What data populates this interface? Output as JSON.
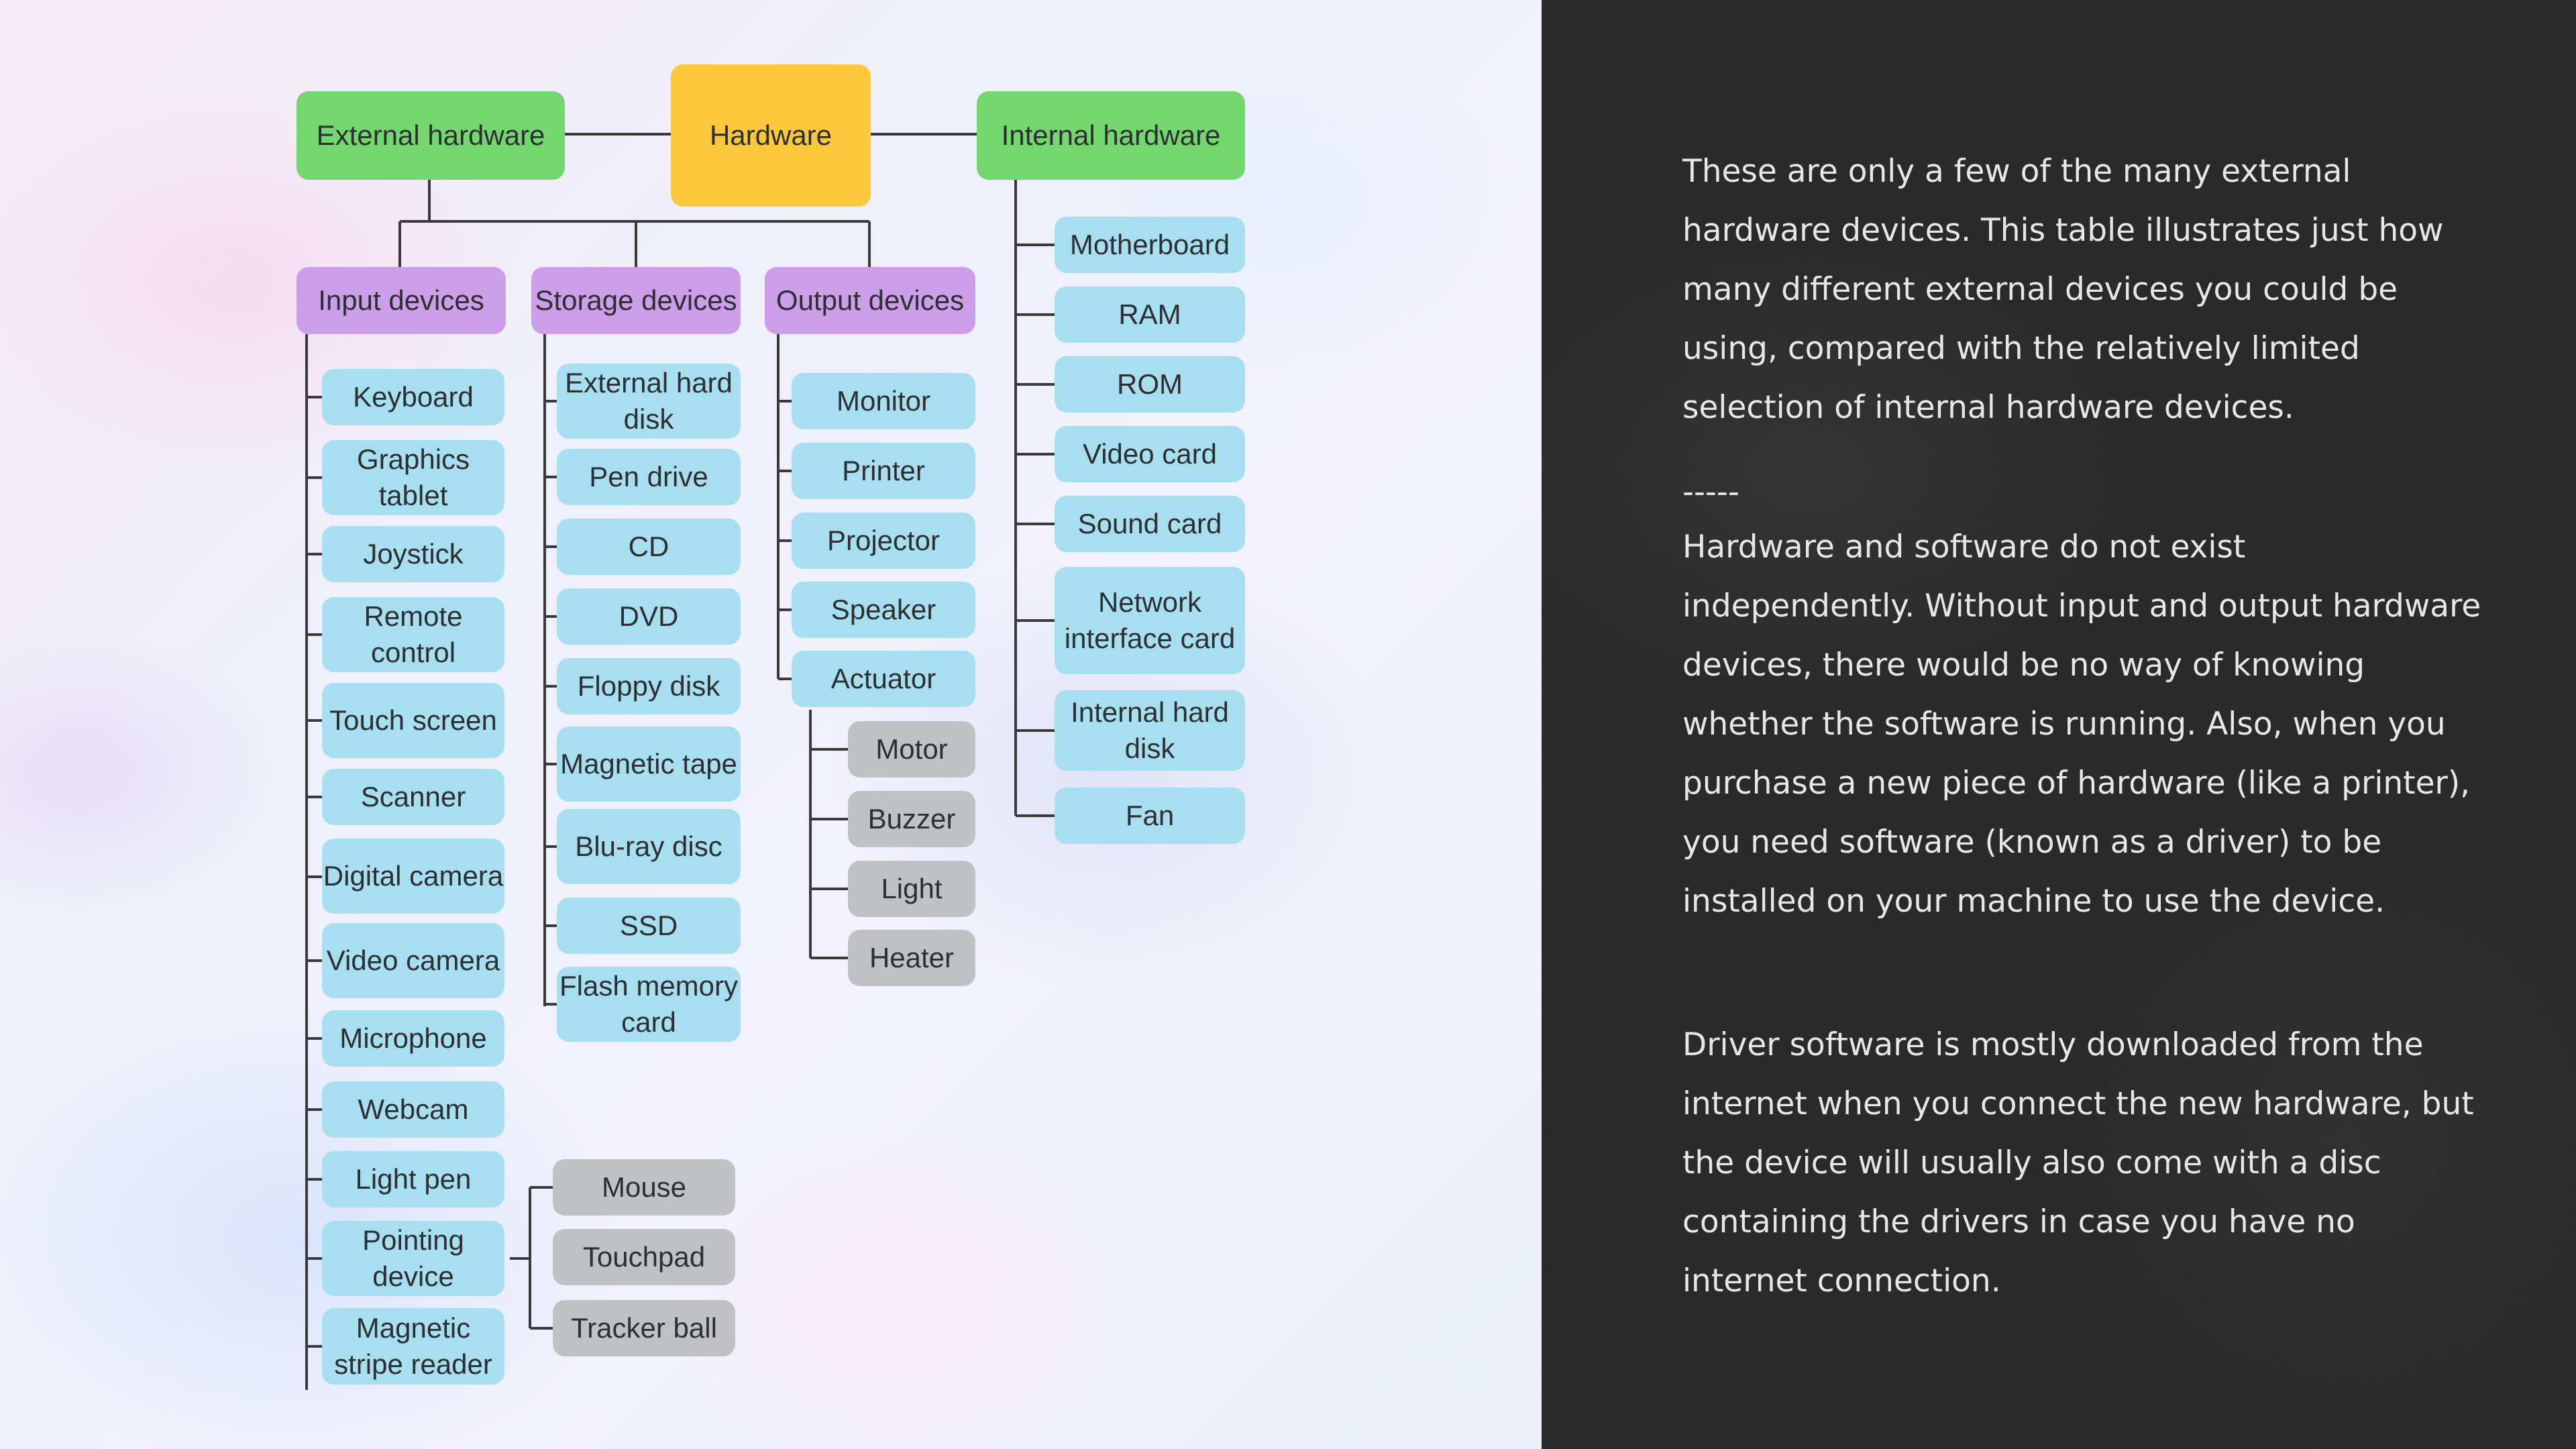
{
  "diagram": {
    "root": "Hardware",
    "external": "External hardware",
    "internal": "Internal hardware",
    "categories": {
      "input": "Input devices",
      "storage": "Storage devices",
      "output": "Output devices"
    },
    "input_devices": [
      "Keyboard",
      "Graphics tablet",
      "Joystick",
      "Remote control",
      "Touch screen",
      "Scanner",
      "Digital camera",
      "Video camera",
      "Microphone",
      "Webcam",
      "Light pen",
      "Pointing device",
      "Magnetic stripe reader"
    ],
    "pointing_devices": [
      "Mouse",
      "Touchpad",
      "Tracker ball"
    ],
    "storage_devices": [
      "External hard disk",
      "Pen drive",
      "CD",
      "DVD",
      "Floppy disk",
      "Magnetic tape",
      "Blu-ray disc",
      "SSD",
      "Flash memory card"
    ],
    "output_devices": [
      "Monitor",
      "Printer",
      "Projector",
      "Speaker",
      "Actuator"
    ],
    "actuators": [
      "Motor",
      "Buzzer",
      "Light",
      "Heater"
    ],
    "internal_devices": [
      "Motherboard",
      "RAM",
      "ROM",
      "Video card",
      "Sound card",
      "Network interface card",
      "Internal hard disk",
      "Fan"
    ],
    "colors": {
      "level1": "#74d66f",
      "root": "#fac73d",
      "category": "#cc9ee9",
      "device": "#a7dff1",
      "sub_device": "#bfc1c5",
      "connector": "#3a3a3a"
    }
  },
  "text_panel": {
    "para1": "These are only a few of the many external hardware devices. This table illustrates just how many different external devices you could be using, compared with the relatively limited selection of internal hardware devices.",
    "divider": "-----",
    "para2": "Hardware and software do not exist independently. Without input and output hardware devices, there would be no way of knowing whether the software is running. Also, when you purchase a new piece of hardware (like a printer), you need software (known as a driver) to be installed on your machine to use the device.",
    "para3": "Driver software is mostly downloaded from the internet when you connect the new hardware, but the device will usually also come with a disc containing the drivers in case you have no internet connection.",
    "background_color": "#1d1d1d"
  }
}
